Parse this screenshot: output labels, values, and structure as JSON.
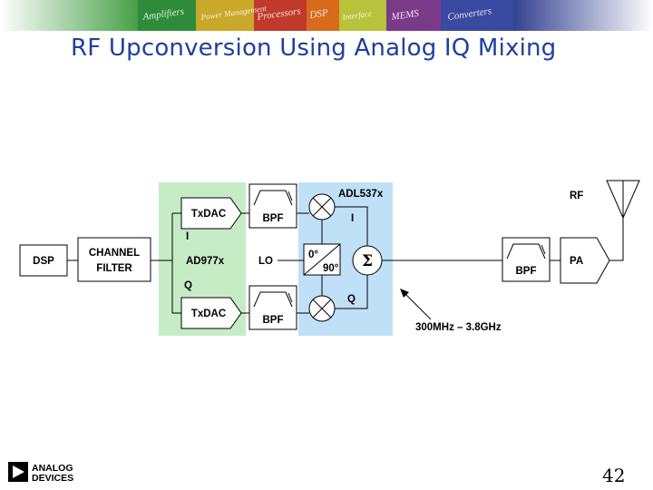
{
  "header": {
    "banner_words": [
      "Amplifiers",
      "Power Management",
      "Processors",
      "DSP",
      "Interface",
      "MEMS",
      "Converters"
    ]
  },
  "title": "RF Upconversion Using Analog IQ Mixing",
  "diagram": {
    "blocks": {
      "dsp": "DSP",
      "channel_filter_line1": "CHANNEL",
      "channel_filter_line2": "FILTER",
      "txdac_i": "TxDAC",
      "txdac_q": "TxDAC",
      "ad977x": "AD977x",
      "bpf_top": "BPF",
      "bpf_bottom": "BPF",
      "bpf_out": "BPF",
      "lo": "LO",
      "adl537x": "ADL537x",
      "pa": "PA",
      "rf": "RF"
    },
    "signals": {
      "i_left": "I",
      "q_left": "Q",
      "i_right": "I",
      "q_right": "Q"
    },
    "phase": {
      "zero": "0°",
      "ninety": "90°"
    },
    "summer_symbol": "Σ",
    "freq_range": "300MHz – 3.8GHz",
    "colors": {
      "dac_region": "#c6ecc6",
      "mixer_region": "#bfe0f7",
      "line": "#000000"
    }
  },
  "footer": {
    "logo_line1": "ANALOG",
    "logo_line2": "DEVICES",
    "page_number": "42"
  }
}
